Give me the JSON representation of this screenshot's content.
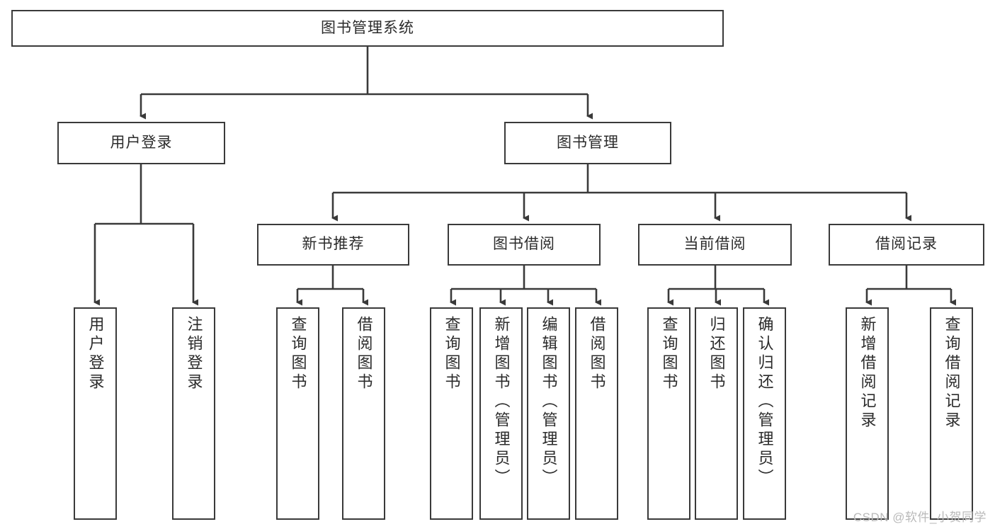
{
  "diagram": {
    "title": "图书管理系统",
    "type": "hierarchy-tree",
    "colors": {
      "box_border": "#3a3a3a",
      "box_fill": "#ffffff",
      "text": "#2b2b2b",
      "connector": "#3a3a3a",
      "watermark": "#b9b9b9",
      "background": "#ffffff"
    },
    "watermark": "CSDN @软件_小贺同学"
  },
  "nodes": {
    "root": {
      "label": "图书管理系统",
      "level": 1,
      "orientation": "horizontal"
    },
    "level2": [
      {
        "id": "user-login",
        "label": "用户登录",
        "orientation": "horizontal"
      },
      {
        "id": "book-manage",
        "label": "图书管理",
        "orientation": "horizontal"
      }
    ],
    "level3": [
      {
        "id": "new-book-recommend",
        "label": "新书推荐",
        "orientation": "horizontal"
      },
      {
        "id": "book-borrow",
        "label": "图书借阅",
        "orientation": "horizontal"
      },
      {
        "id": "current-borrow",
        "label": "当前借阅",
        "orientation": "horizontal"
      },
      {
        "id": "borrow-record",
        "label": "借阅记录",
        "orientation": "horizontal"
      }
    ],
    "leaves": {
      "user-login": [
        {
          "id": "leaf-user-login",
          "label": "用户登录"
        },
        {
          "id": "leaf-user-logout",
          "label": "注销登录"
        }
      ],
      "new-book-recommend": [
        {
          "id": "leaf-query-book-1",
          "label": "查询图书"
        },
        {
          "id": "leaf-borrow-book-1",
          "label": "借阅图书"
        }
      ],
      "book-borrow": [
        {
          "id": "leaf-query-book-2",
          "label": "查询图书"
        },
        {
          "id": "leaf-add-book",
          "label": "新增图书（管理员）"
        },
        {
          "id": "leaf-edit-book",
          "label": "编辑图书（管理员）"
        },
        {
          "id": "leaf-borrow-book-2",
          "label": "借阅图书"
        }
      ],
      "current-borrow": [
        {
          "id": "leaf-query-book-3",
          "label": "查询图书"
        },
        {
          "id": "leaf-return-book",
          "label": "归还图书"
        },
        {
          "id": "leaf-confirm-return",
          "label": "确认归还（管理员）"
        }
      ],
      "borrow-record": [
        {
          "id": "leaf-add-record",
          "label": "新增借阅记录"
        },
        {
          "id": "leaf-query-record",
          "label": "查询借阅记录"
        }
      ]
    }
  }
}
